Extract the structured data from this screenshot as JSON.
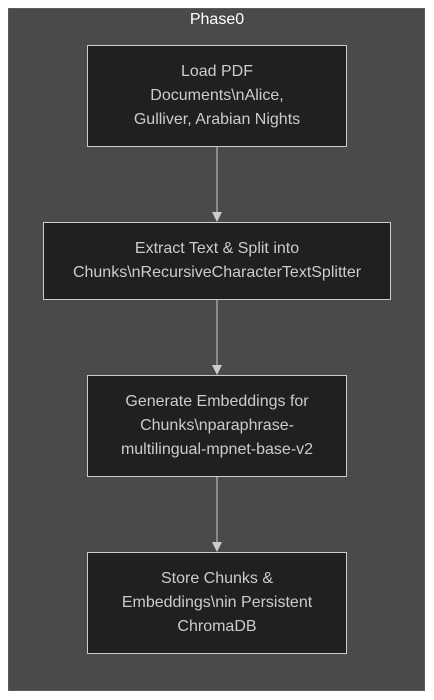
{
  "cluster": {
    "title": "Phase0"
  },
  "nodes": [
    {
      "lines": [
        "Load PDF",
        "Documents\\nAlice,",
        "Gulliver, Arabian Nights"
      ]
    },
    {
      "lines": [
        "Extract Text & Split into",
        "Chunks\\nRecursiveCharacterTextSplitter"
      ]
    },
    {
      "lines": [
        "Generate Embeddings for",
        "Chunks\\nparaphrase-",
        "multilingual-mpnet-base-v2"
      ]
    },
    {
      "lines": [
        "Store Chunks &",
        "Embeddings\\nin Persistent",
        "ChromaDB"
      ]
    }
  ],
  "colors": {
    "cluster_fill": "#4a4b49",
    "node_fill": "#1f2020",
    "node_stroke": "#cccccc",
    "edge": "#cccccc",
    "title_text": "#ffffff"
  }
}
